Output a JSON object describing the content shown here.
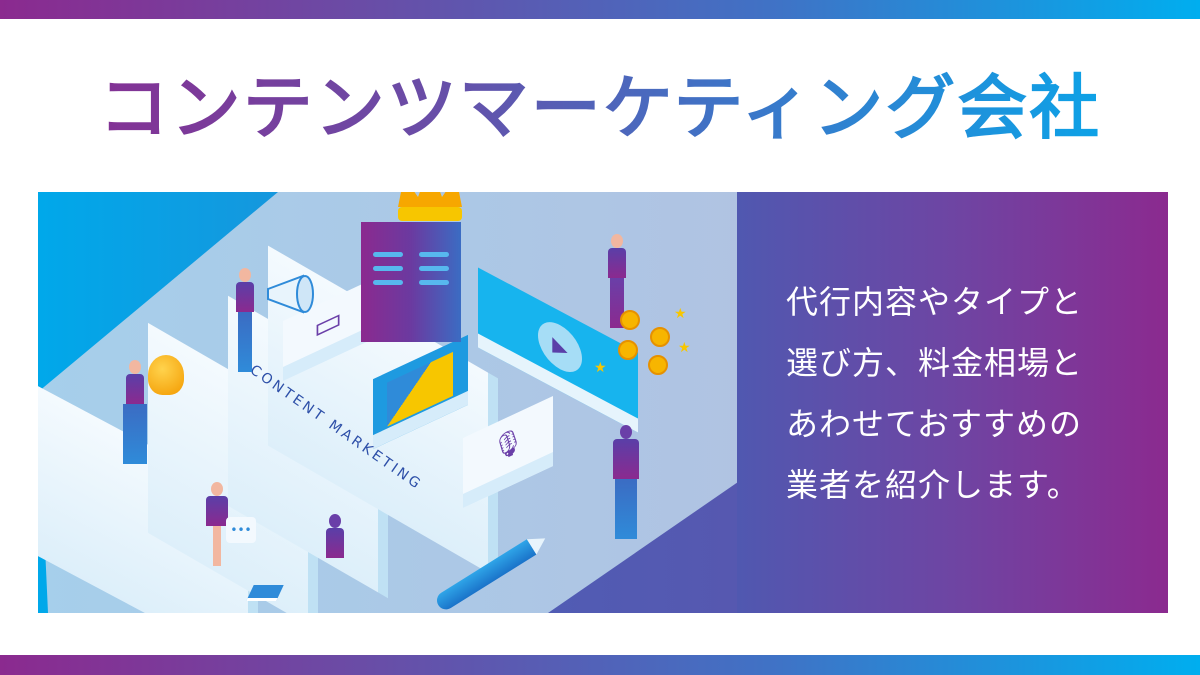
{
  "header": {
    "title": "コンテンツマーケティング会社"
  },
  "hero": {
    "illustration_label": "CONTENT MARKETING",
    "description_lines": [
      "代行内容やタイプと",
      "選び方、料金相場と",
      "あわせておすすめの",
      "業者を紹介します。"
    ]
  },
  "icons": {
    "crown": "crown-icon",
    "megaphone": "megaphone-icon",
    "chat": "chat-bubble-icon",
    "image": "image-icon",
    "play": "play-icon",
    "microphone": "microphone-icon",
    "lightbulb": "lightbulb-icon",
    "pencil": "pencil-icon",
    "book": "book-icon",
    "smiley_coin": "smiley-coin-icon",
    "star": "star-icon"
  },
  "colors": {
    "brand_purple": "#8B2A8F",
    "brand_cyan": "#00AEEF",
    "panel_blue_purple": "#5058B0",
    "text_white": "#FFFFFF",
    "coin_gold": "#F7B500"
  }
}
